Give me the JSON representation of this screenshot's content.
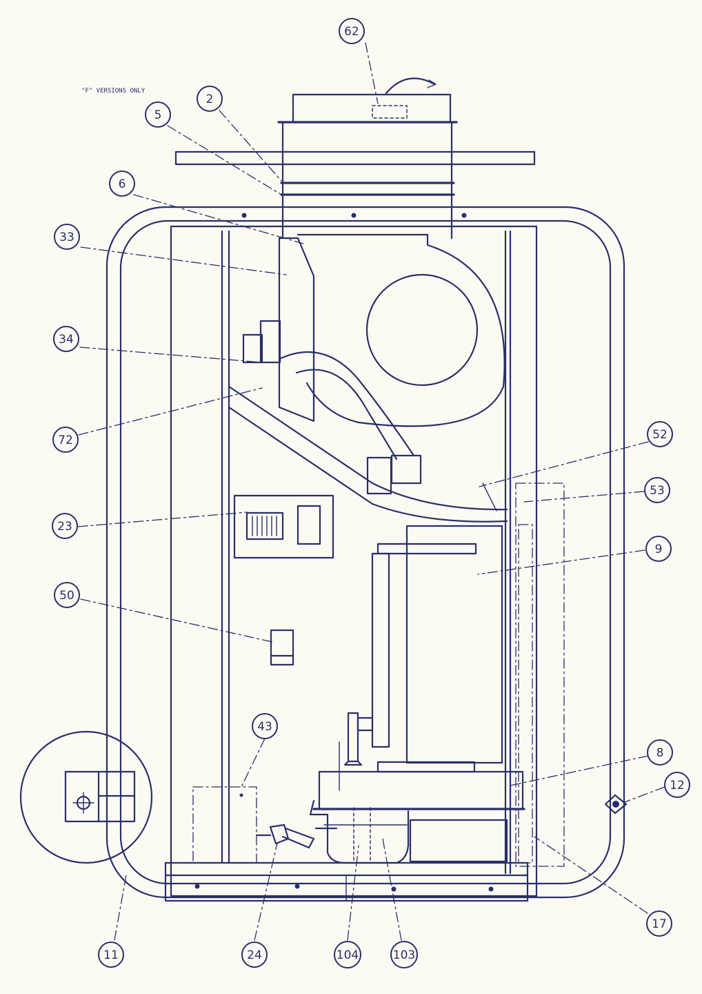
{
  "note": "\"F\" VERSIONS ONLY",
  "callouts": {
    "c62": "62",
    "c2": "2",
    "c5": "5",
    "c6": "6",
    "c33": "33",
    "c34": "34",
    "c72": "72",
    "c52": "52",
    "c53": "53",
    "c23": "23",
    "c9": "9",
    "c50": "50",
    "c43": "43",
    "c8": "8",
    "c12": "12",
    "c17": "17",
    "c11": "11",
    "c24": "24",
    "c104": "104",
    "c103": "103"
  }
}
